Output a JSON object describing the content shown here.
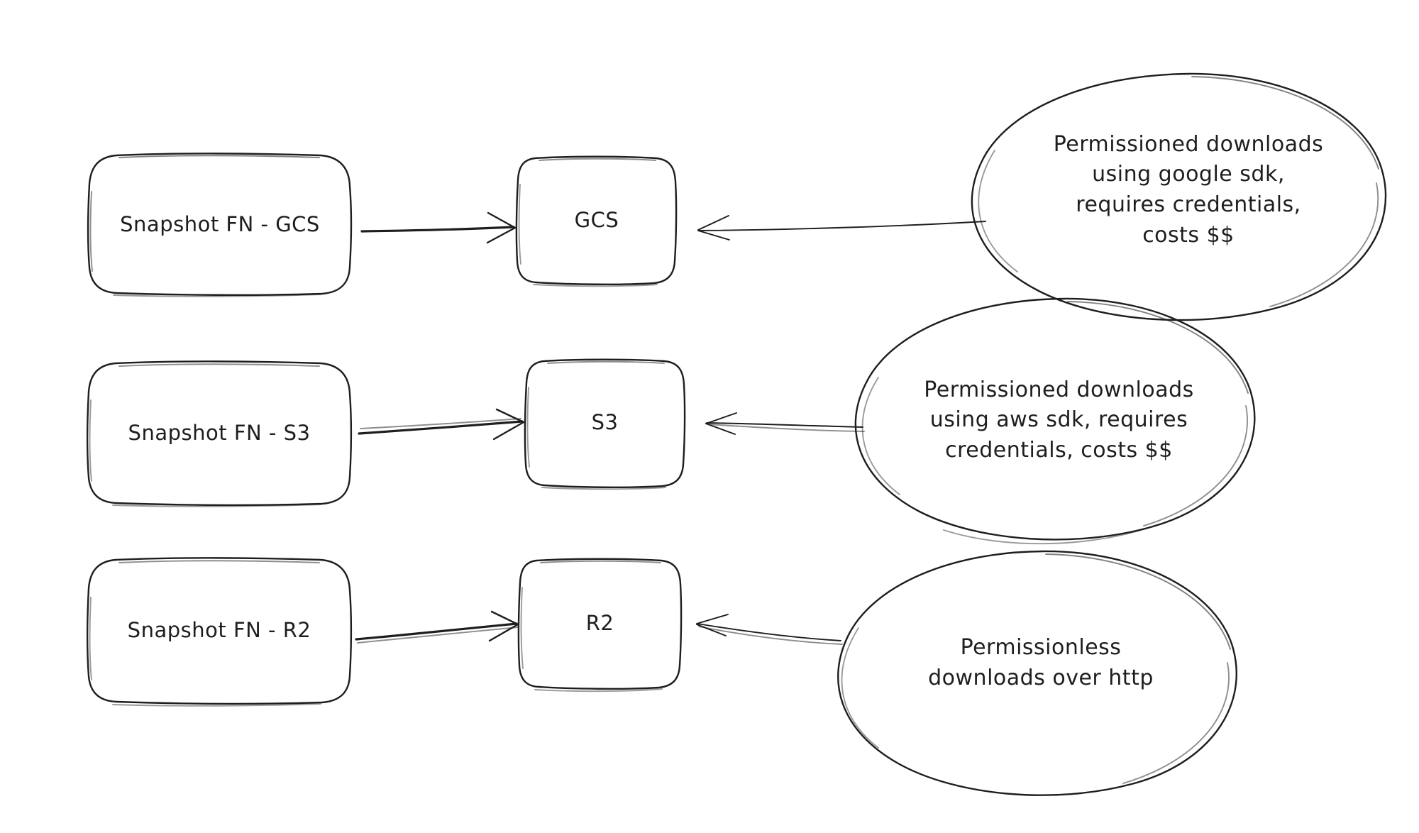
{
  "diagram": {
    "title": "Snapshot download paths per object store",
    "background_color": "#ffffff",
    "stroke_color": "#1e1e1e",
    "style": "hand-drawn"
  },
  "rows": [
    {
      "id": "gcs-row",
      "source": {
        "label": "Snapshot FN - GCS",
        "name": "snapshot-fn-gcs"
      },
      "store": {
        "label": "GCS",
        "name": "gcs-store"
      },
      "note": {
        "label": "Permissioned downloads\nusing google sdk,\nrequires credentials,\ncosts $$",
        "name": "gcs-note"
      },
      "arrows": [
        {
          "name": "arrow-snapshot-fn-gcs-to-gcs",
          "direction": "right"
        },
        {
          "name": "arrow-gcs-note-to-gcs",
          "direction": "left"
        }
      ]
    },
    {
      "id": "s3-row",
      "source": {
        "label": "Snapshot FN - S3",
        "name": "snapshot-fn-s3"
      },
      "store": {
        "label": "S3",
        "name": "s3-store"
      },
      "note": {
        "label": "Permissioned downloads\nusing aws sdk, requires\ncredentials, costs $$",
        "name": "s3-note"
      },
      "arrows": [
        {
          "name": "arrow-snapshot-fn-s3-to-s3",
          "direction": "right"
        },
        {
          "name": "arrow-s3-note-to-s3",
          "direction": "left"
        }
      ]
    },
    {
      "id": "r2-row",
      "source": {
        "label": "Snapshot FN - R2",
        "name": "snapshot-fn-r2"
      },
      "store": {
        "label": "R2",
        "name": "r2-store"
      },
      "note": {
        "label": "Permissionless\ndownloads over http",
        "name": "r2-note"
      },
      "arrows": [
        {
          "name": "arrow-snapshot-fn-r2-to-r2",
          "direction": "right"
        },
        {
          "name": "arrow-r2-note-to-r2",
          "direction": "left"
        }
      ]
    }
  ]
}
